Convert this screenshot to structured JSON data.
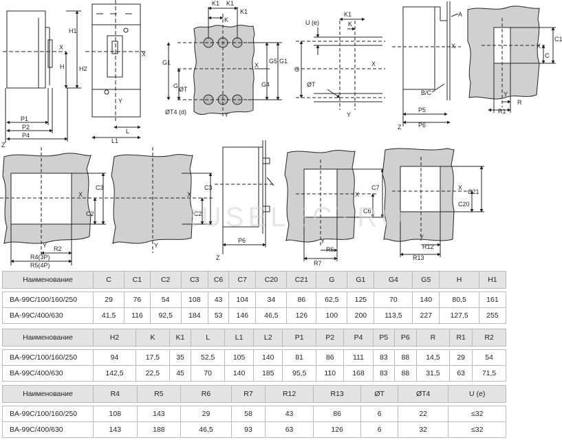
{
  "watermark": "RUSELECTRO",
  "labels": {
    "h1": "H1",
    "h2": "H2",
    "h": "H",
    "x": "X",
    "y": "Y",
    "z": "Z",
    "p1": "P1",
    "p2": "P2",
    "p4": "P4",
    "l": "L",
    "l1": "L1",
    "k": "K",
    "k1": "K1",
    "g1": "G1",
    "g": "G",
    "g4": "G4",
    "g5": "G5",
    "t": "ØT",
    "t4": "ØT4 (d)",
    "u": "U (e)",
    "a": "A",
    "bc": "B/C",
    "p5": "P5",
    "p6": "P6",
    "c1": "C1",
    "c": "C",
    "r": "R",
    "r1": "R1",
    "c3": "C3",
    "c2": "C2",
    "r2": "R2",
    "r4": "R4(3P)",
    "r5": "R5(4P)",
    "c7": "C7",
    "c6": "C6",
    "r6": "R6",
    "r7": "R7",
    "c21": "C21",
    "c20": "C20",
    "r12": "R12",
    "r13": "R13"
  },
  "tables": [
    {
      "headers": [
        "Наименование",
        "C",
        "C1",
        "C2",
        "C3",
        "C6",
        "C7",
        "C20",
        "C21",
        "G",
        "G1",
        "G4",
        "G5",
        "H",
        "H1"
      ],
      "rows": [
        [
          "BA-99C/100/160/250",
          "29",
          "76",
          "54",
          "108",
          "43",
          "104",
          "34",
          "86",
          "62,5",
          "125",
          "70",
          "140",
          "80,5",
          "161"
        ],
        [
          "BA-99C/400/630",
          "41,5",
          "116",
          "92,5",
          "184",
          "53",
          "146",
          "46,5",
          "126",
          "100",
          "200",
          "113,5",
          "227",
          "127,5",
          "255"
        ]
      ]
    },
    {
      "headers": [
        "Наименование",
        "H2",
        "K",
        "K1",
        "L",
        "L1",
        "L2",
        "P1",
        "P2",
        "P4",
        "P5",
        "P6",
        "R",
        "R1",
        "R2"
      ],
      "rows": [
        [
          "BA-99C/100/160/250",
          "94",
          "17,5",
          "35",
          "52,5",
          "105",
          "140",
          "81",
          "86",
          "111",
          "83",
          "88",
          "14,5",
          "29",
          "54"
        ],
        [
          "BA-99C/400/630",
          "142,5",
          "22,5",
          "45",
          "70",
          "140",
          "185",
          "95,5",
          "110",
          "168",
          "83",
          "88",
          "31,5",
          "63",
          "71,5"
        ]
      ]
    },
    {
      "headers": [
        "Наименование",
        "R4",
        "R5",
        "R6",
        "R7",
        "R12",
        "R13",
        "ØT",
        "ØT4",
        "U (e)"
      ],
      "rows": [
        [
          "BA-99C/100/160/250",
          "108",
          "143",
          "29",
          "58",
          "43",
          "86",
          "6",
          "22",
          "≤32"
        ],
        [
          "BA-99C/400/630",
          "143",
          "188",
          "46,5",
          "93",
          "63",
          "126",
          "6",
          "32",
          "≤32"
        ]
      ]
    }
  ]
}
